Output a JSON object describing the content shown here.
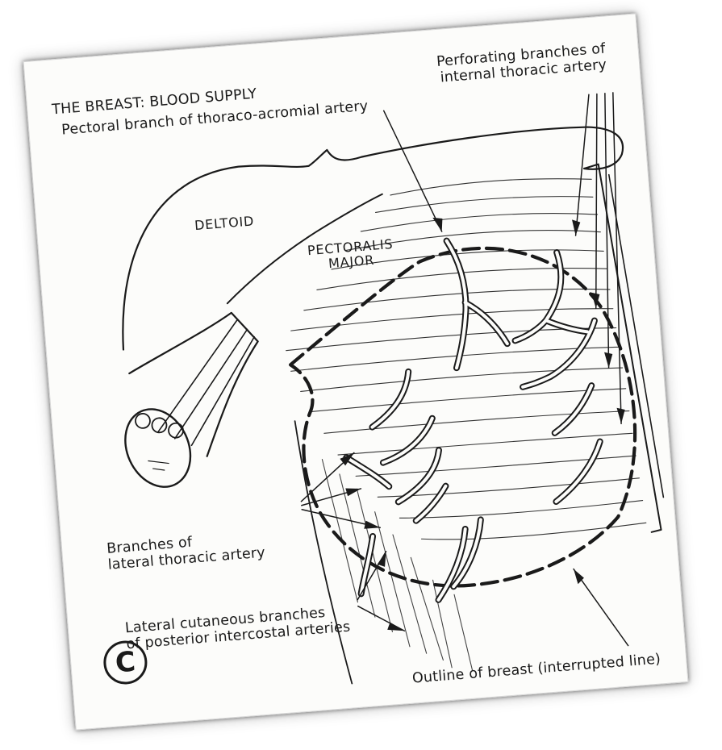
{
  "title": "THE BREAST: BLOOD SUPPLY",
  "labels": {
    "pectoral_branch": "Pectoral branch of thoraco-acromial artery",
    "perforating_line1": "Perforating branches of",
    "perforating_line2": "internal thoracic artery",
    "deltoid": "DELTOID",
    "pectoralis_line1": "PECTORALIS",
    "pectoralis_line2": "MAJOR",
    "lateral_thoracic_line1": "Branches of",
    "lateral_thoracic_line2": "lateral thoracic artery",
    "lateral_cutaneous_line1": "Lateral cutaneous branches",
    "lateral_cutaneous_line2": "of posterior intercostal arteries",
    "outline": "Outline of breast (interrupted line)"
  },
  "badge": "C",
  "colors": {
    "ink": "#1a1a1a",
    "paper": "#fcfcfa"
  }
}
